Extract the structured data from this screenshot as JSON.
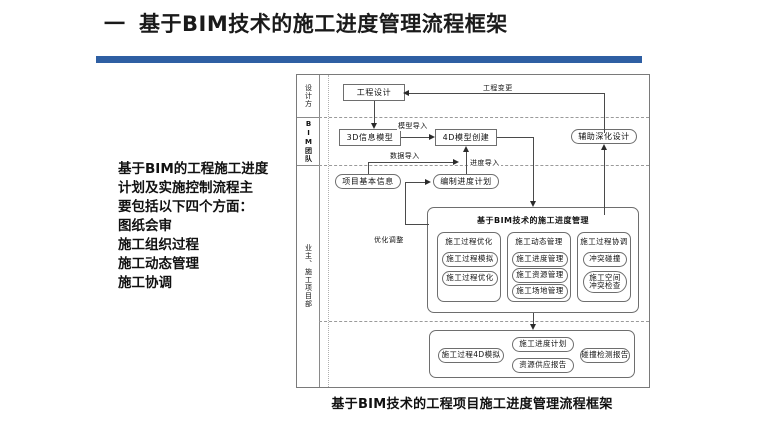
{
  "slide": {
    "title_marker": "一",
    "title": "基于BIM技术的施工进度管理流程框架",
    "accent_color": "#2e5fa3"
  },
  "left_block": {
    "lines": [
      "基于BIM的工程施工进度",
      "计划及实施控制流程主",
      "要包括以下四个方面：",
      "图纸会审",
      "施工组织过程",
      "施工动态管理",
      "施工协调"
    ]
  },
  "diagram": {
    "caption": "基于BIM技术的工程项目施工进度管理流程框架",
    "lanes": [
      {
        "label": "设计方"
      },
      {
        "label": "BIM团队"
      },
      {
        "label": "业主、施工项目部"
      }
    ],
    "nodes": {
      "engineering_design": "工程设计",
      "model_3d": "3D信息模型",
      "model_4d": "4D模型创建",
      "assist_design": "辅助深化设计",
      "project_basic_info": "项目基本信息",
      "schedule_plan": "编制进度计划"
    },
    "edge_labels": {
      "engineering_change": "工程变更",
      "model_import": "模型导入",
      "data_import": "数据导入",
      "schedule_import": "进度导入",
      "optimize_adjust": "优化调整"
    },
    "panel": {
      "title": "基于BIM技术的施工进度管理",
      "groups": [
        {
          "title": "施工过程优化",
          "items": [
            "施工过程模拟",
            "施工过程优化"
          ]
        },
        {
          "title": "施工动态管理",
          "items": [
            "施工进度管理",
            "施工资源管理",
            "施工场地管理"
          ]
        },
        {
          "title": "施工过程协调",
          "items": [
            "冲突碰撞",
            "施工空间冲突检查"
          ]
        }
      ]
    },
    "outputs": [
      "施工过程4D模拟",
      "施工进度计划",
      "资源供应报告",
      "碰撞检测报告"
    ]
  }
}
